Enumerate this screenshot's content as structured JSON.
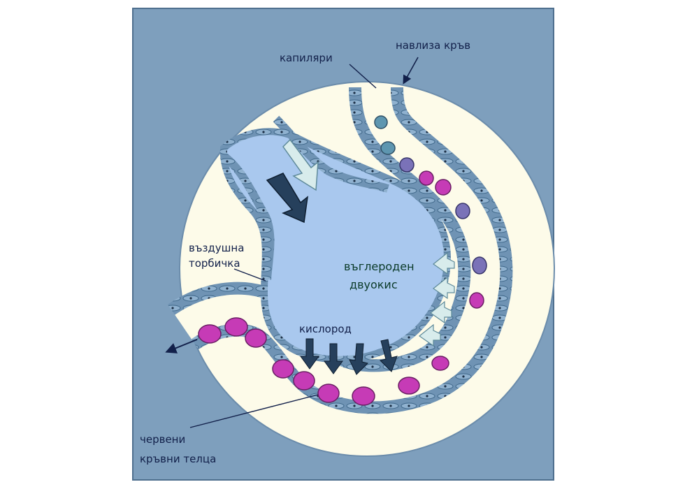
{
  "labels": {
    "incoming_blood": "навлиза кръв",
    "capillaries": "капиляри",
    "air_sac_line1": "въздушна",
    "air_sac_line2": "торбичка",
    "co2_line1": "въглероден",
    "co2_line2": "двуокис",
    "oxygen": "кислород",
    "rbc_line1": "червени",
    "rbc_line2": "кръвни телца"
  },
  "colors": {
    "frame_bg": "#7e9fbd",
    "circle_fill": "#fdfbe9",
    "alveolus": "#a9c8ee",
    "capillary_wall": "#5d86a8",
    "red_blood_cell": "#c63bb6",
    "arrow_dark": "#26405c",
    "arrow_light": "#d8ecec"
  }
}
